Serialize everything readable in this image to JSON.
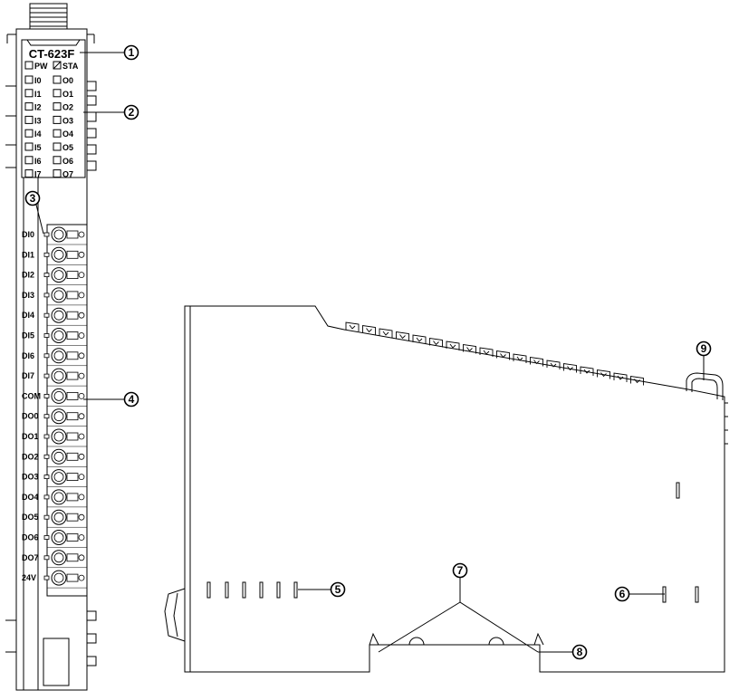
{
  "module_model": "CT-623F",
  "led_panel": {
    "power_label": "PW",
    "status_label": "STA",
    "input_leds": [
      "I0",
      "I1",
      "I2",
      "I3",
      "I4",
      "I5",
      "I6",
      "I7"
    ],
    "output_leds": [
      "O0",
      "O1",
      "O2",
      "O3",
      "O4",
      "O5",
      "O6",
      "O7"
    ]
  },
  "terminals": [
    "DI0",
    "DI1",
    "DI2",
    "DI3",
    "DI4",
    "DI5",
    "DI6",
    "DI7",
    "COM",
    "DO0",
    "DO1",
    "DO2",
    "DO3",
    "DO4",
    "DO5",
    "DO6",
    "DO7",
    "24V"
  ],
  "callouts": [
    "1",
    "2",
    "3",
    "4",
    "5",
    "6",
    "7",
    "8",
    "9"
  ]
}
